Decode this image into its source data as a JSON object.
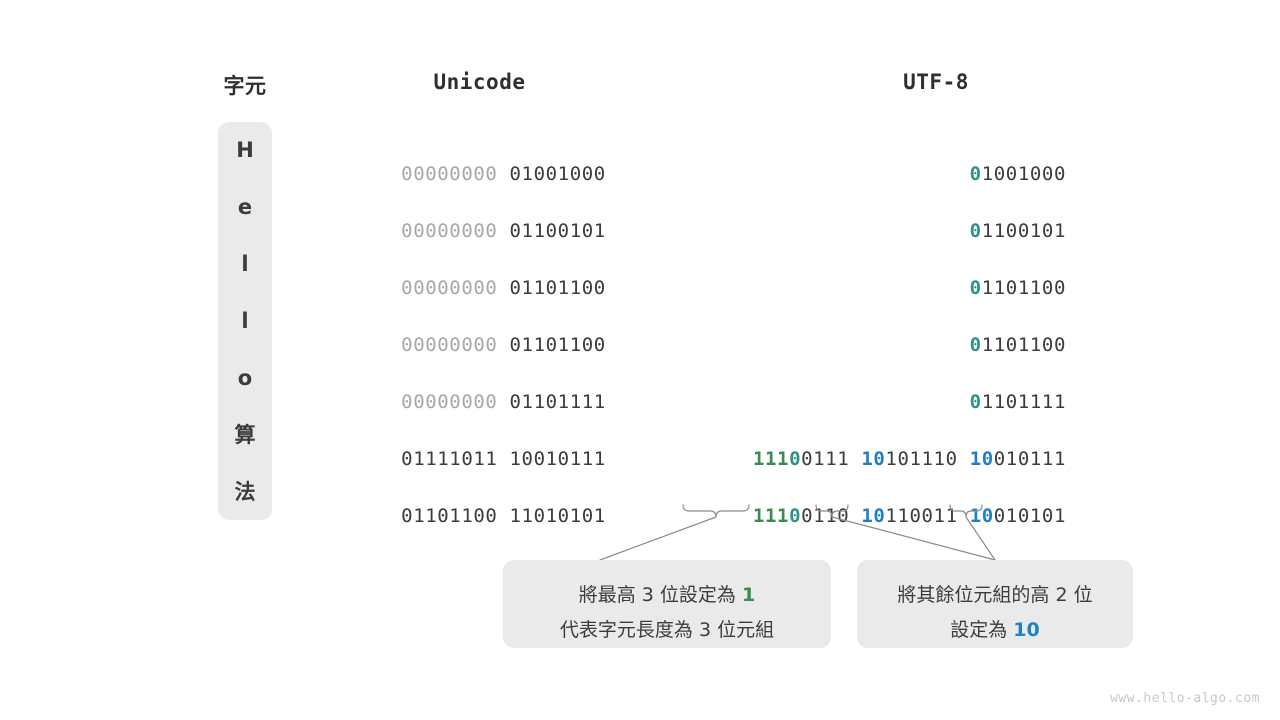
{
  "headers": {
    "character": "字元",
    "unicode": "Unicode",
    "utf8": "UTF-8"
  },
  "colors": {
    "green": "#3a8a52",
    "teal": "#2e9287",
    "blue": "#1f80c6",
    "dim": "#a8a8a8",
    "dark": "#3c3c3c",
    "box_bg": "#eaeaea",
    "background": "#ffffff"
  },
  "rows": [
    {
      "char": "H",
      "unicode_high": "00000000",
      "unicode_low": "01001000",
      "utf8_bytes": [
        {
          "prefix": "0",
          "prefix_color": "teal",
          "rest": "1001000"
        }
      ]
    },
    {
      "char": "e",
      "unicode_high": "00000000",
      "unicode_low": "01100101",
      "utf8_bytes": [
        {
          "prefix": "0",
          "prefix_color": "teal",
          "rest": "1100101"
        }
      ]
    },
    {
      "char": "l",
      "unicode_high": "00000000",
      "unicode_low": "01101100",
      "utf8_bytes": [
        {
          "prefix": "0",
          "prefix_color": "teal",
          "rest": "1101100"
        }
      ]
    },
    {
      "char": "l",
      "unicode_high": "00000000",
      "unicode_low": "01101100",
      "utf8_bytes": [
        {
          "prefix": "0",
          "prefix_color": "teal",
          "rest": "1101100"
        }
      ]
    },
    {
      "char": "o",
      "unicode_high": "00000000",
      "unicode_low": "01101111",
      "utf8_bytes": [
        {
          "prefix": "0",
          "prefix_color": "teal",
          "rest": "1101111"
        }
      ]
    },
    {
      "char": "算",
      "unicode_high": "01111011",
      "unicode_low": "10010111",
      "unicode_high_dim": false,
      "utf8_bytes": [
        {
          "prefix": "111",
          "prefix_color": "green",
          "prefix2": "0",
          "prefix2_color": "teal",
          "rest": "0111"
        },
        {
          "prefix": "10",
          "prefix_color": "blue",
          "rest": "101110"
        },
        {
          "prefix": "10",
          "prefix_color": "blue",
          "rest": "010111"
        }
      ]
    },
    {
      "char": "法",
      "unicode_high": "01101100",
      "unicode_low": "11010101",
      "unicode_high_dim": false,
      "utf8_bytes": [
        {
          "prefix": "111",
          "prefix_color": "green",
          "prefix2": "0",
          "prefix2_color": "teal",
          "rest": "0110"
        },
        {
          "prefix": "10",
          "prefix_color": "blue",
          "rest": "110011"
        },
        {
          "prefix": "10",
          "prefix_color": "blue",
          "rest": "010101"
        }
      ]
    }
  ],
  "notes": {
    "left": {
      "line1_a": "將最高 3 位設定為 ",
      "line1_highlight": "1",
      "line1_highlight_color": "green",
      "line2": "代表字元長度為 3 位元組"
    },
    "right": {
      "line1": "將其餘位元組的高 2 位",
      "line2_a": "設定為 ",
      "line2_highlight": "10",
      "line2_highlight_color": "blue"
    }
  },
  "footer": "www.hello-algo.com"
}
